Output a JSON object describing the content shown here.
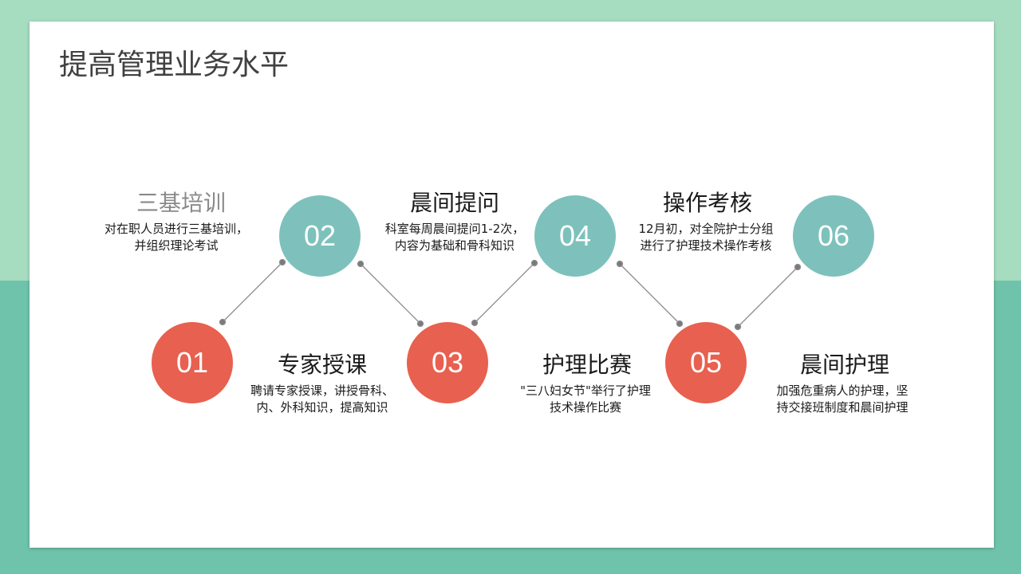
{
  "page": {
    "title": "提高管理业务水平"
  },
  "steps": [
    {
      "number": "01",
      "title": "三基培训",
      "desc": [
        "对在职人员进行三基培训，",
        "并组织理论考试"
      ]
    },
    {
      "number": "02",
      "title": "专家授课",
      "desc": [
        "聘请专家授课，讲授骨科、",
        "内、外科知识，提高知识"
      ]
    },
    {
      "number": "03",
      "title": "晨间提问",
      "desc": [
        "科室每周晨间提问1-2次，",
        "内容为基础和骨科知识"
      ]
    },
    {
      "number": "04",
      "title": "护理比赛",
      "desc": [
        "\"三八妇女节\"举行了护理",
        "技术操作比赛"
      ]
    },
    {
      "number": "05",
      "title": "操作考核",
      "desc": [
        "12月初，对全院护士分组",
        "进行了护理技术操作考核"
      ]
    },
    {
      "number": "06",
      "title": "晨间护理",
      "desc": [
        "加强危重病人的护理，坚",
        "持交接班制度和晨间护理"
      ]
    }
  ],
  "colors": {
    "teal": "#7ec1bc",
    "red": "#e8604f",
    "bg_light": "#a6dcc0",
    "bg_dark": "#6fc3ab",
    "connector": "#8c8c8c"
  }
}
